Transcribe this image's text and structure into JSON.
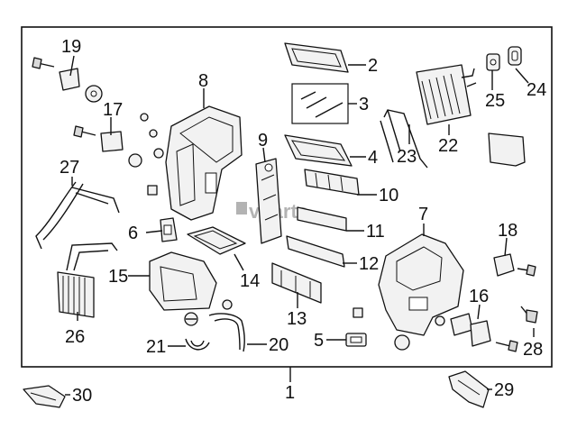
{
  "watermark": "vparts",
  "callouts": [
    {
      "id": "c1",
      "label": "1"
    },
    {
      "id": "c2",
      "label": "2"
    },
    {
      "id": "c3",
      "label": "3"
    },
    {
      "id": "c4",
      "label": "4"
    },
    {
      "id": "c5",
      "label": "5"
    },
    {
      "id": "c6",
      "label": "6"
    },
    {
      "id": "c7",
      "label": "7"
    },
    {
      "id": "c8",
      "label": "8"
    },
    {
      "id": "c9",
      "label": "9"
    },
    {
      "id": "c10",
      "label": "10"
    },
    {
      "id": "c11",
      "label": "11"
    },
    {
      "id": "c12",
      "label": "12"
    },
    {
      "id": "c13",
      "label": "13"
    },
    {
      "id": "c14",
      "label": "14"
    },
    {
      "id": "c15",
      "label": "15"
    },
    {
      "id": "c16",
      "label": "16"
    },
    {
      "id": "c17",
      "label": "17"
    },
    {
      "id": "c18",
      "label": "18"
    },
    {
      "id": "c19",
      "label": "19"
    },
    {
      "id": "c20",
      "label": "20"
    },
    {
      "id": "c21",
      "label": "21"
    },
    {
      "id": "c22",
      "label": "22"
    },
    {
      "id": "c23",
      "label": "23"
    },
    {
      "id": "c24",
      "label": "24"
    },
    {
      "id": "c25",
      "label": "25"
    },
    {
      "id": "c26",
      "label": "26"
    },
    {
      "id": "c27",
      "label": "27"
    },
    {
      "id": "c28",
      "label": "28"
    },
    {
      "id": "c29",
      "label": "29"
    },
    {
      "id": "c30",
      "label": "30"
    }
  ]
}
